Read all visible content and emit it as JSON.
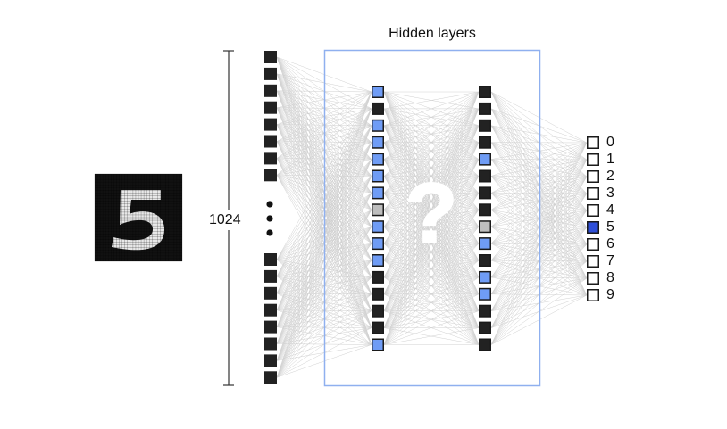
{
  "diagram": {
    "title": "Hidden layers",
    "input_size_label": "1024",
    "input_image": {
      "digit": "5",
      "description": "pixelated handwritten digit 5"
    },
    "colors": {
      "node_dark": "#222222",
      "node_active": "#6f9cf5",
      "node_neutral": "#bdbdbd",
      "node_output_selected": "#2f4fd8",
      "hidden_box_border": "#8fb0ef",
      "connection": "#c8c8c8"
    },
    "layers": {
      "input": {
        "top_nodes": 8,
        "bottom_nodes": 8,
        "ellipsis": "•••"
      },
      "hidden1": [
        "blue",
        "dark",
        "blue",
        "blue",
        "blue",
        "blue",
        "blue",
        "gray",
        "blue",
        "blue",
        "blue",
        "dark",
        "dark",
        "dark",
        "dark",
        "blue"
      ],
      "hidden2": [
        "dark",
        "dark",
        "dark",
        "dark",
        "blue",
        "dark",
        "dark",
        "dark",
        "gray",
        "blue",
        "dark",
        "blue",
        "blue",
        "dark",
        "dark",
        "dark"
      ],
      "output": {
        "labels": [
          "0",
          "1",
          "2",
          "3",
          "4",
          "5",
          "6",
          "7",
          "8",
          "9"
        ],
        "selected": "5"
      }
    },
    "center_symbol": "?"
  }
}
